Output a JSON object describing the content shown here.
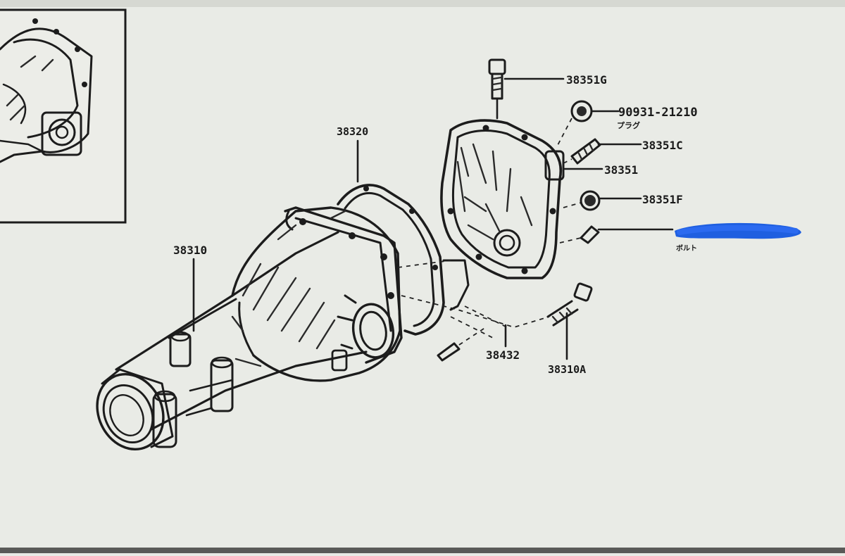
{
  "diagram": {
    "part_labels": [
      {
        "id": "p38351g",
        "text": "38351G"
      },
      {
        "id": "p90931",
        "text": "90931-21210"
      },
      {
        "id": "p90931sub",
        "text": "プラグ"
      },
      {
        "id": "p38351c",
        "text": "38351C"
      },
      {
        "id": "p38351",
        "text": "38351"
      },
      {
        "id": "p38351f",
        "text": "38351F"
      },
      {
        "id": "p38320",
        "text": "38320"
      },
      {
        "id": "p38310",
        "text": "38310"
      },
      {
        "id": "p38432",
        "text": "38432"
      },
      {
        "id": "p38310a",
        "text": "38310A"
      },
      {
        "id": "pbottom",
        "text": "ボルト"
      }
    ],
    "redaction_color": "#1f5fe0"
  }
}
